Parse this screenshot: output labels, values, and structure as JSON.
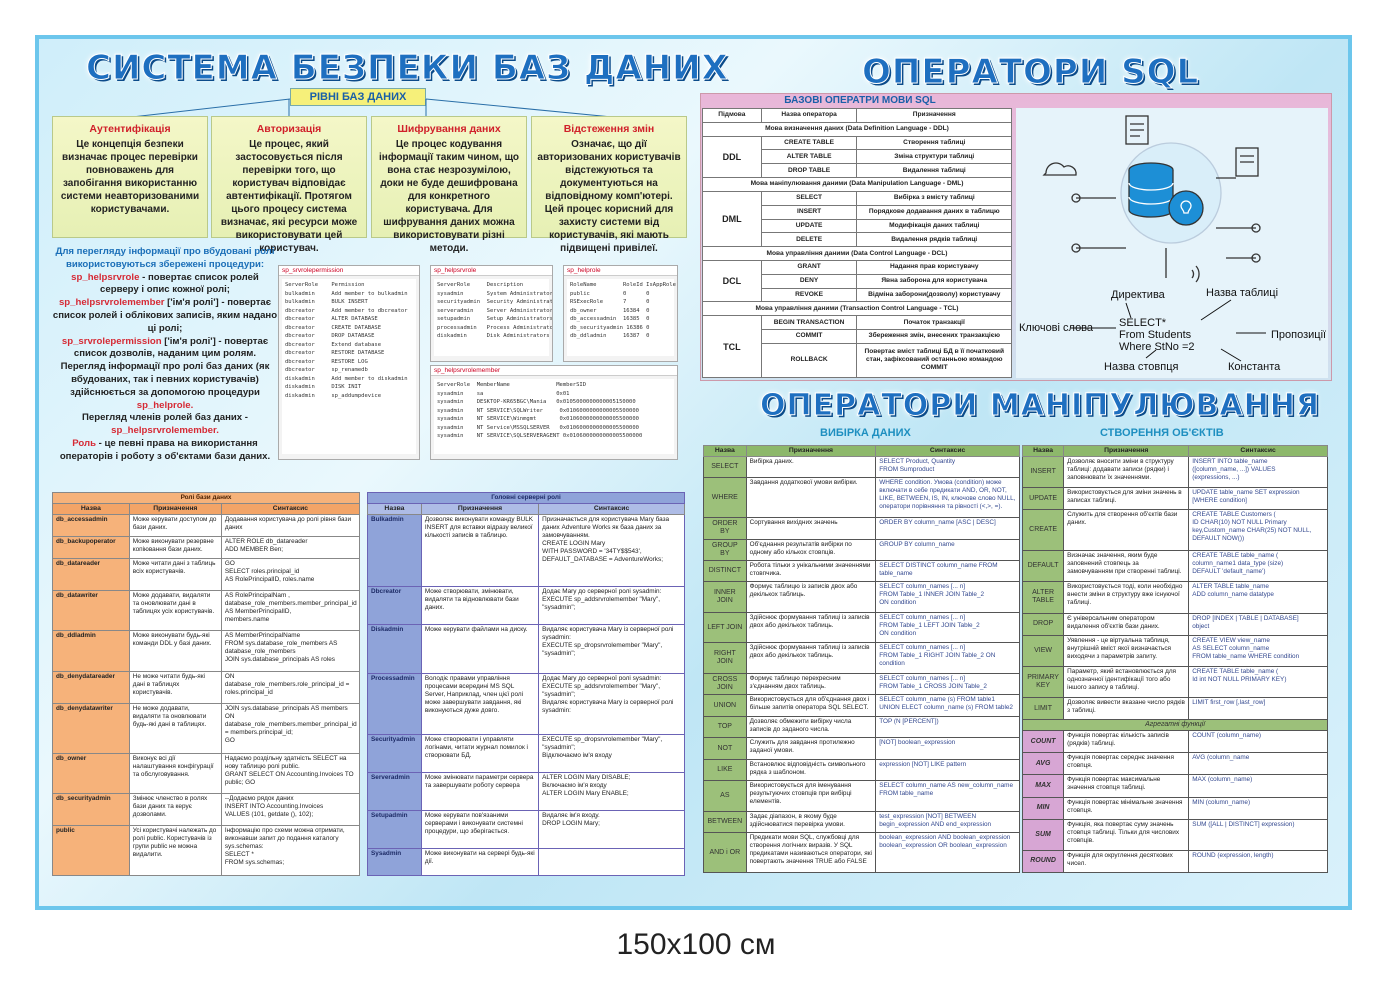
{
  "left": {
    "title": "СИСТЕМА БЕЗПЕКИ БАЗ ДАНИХ",
    "levels_label": "РІВНІ БАЗ ДАНИХ",
    "cards": [
      {
        "title": "Аутентифікація",
        "text": "Це концепція безпеки визначає процес перевірки повноважень для запобігання використанню системи неавторизованими користувачами."
      },
      {
        "title": "Авторизація",
        "text": "Це процес, який застосовується після перевірки того, що користувач відповідає автентифікації. Протягом цього процесу система визначає, які ресурси може використовувати цей користувач."
      },
      {
        "title": "Шифрування даних",
        "text": "Це процес кодування інформації таким чином, що вона стає незрозумілою, доки не буде дешифрована для конкретного користувача. Для шифрування даних можна використовувати різні методи."
      },
      {
        "title": "Відстеження змін",
        "text": "Означає, що дії авторизованих користувачів відстежуються та документуються на відповідному комп'ютері. Цей процес корисний для захисту системи від користувачів, які мають підвищені привілеї."
      }
    ],
    "info": {
      "intro": "Для перегляду інформації про вбудовані ролі використовуються збережені процедури:",
      "p1k": "sp_helpsrvrole",
      "p1": " - повертає список ролей серверу і опис кожної ролі;",
      "p2k": "sp_helpsrvrolemember",
      "p2": " ['ім'я ролі'] - повертає список ролей і облікових записів, яким надано ці ролі;",
      "p3k": "sp_srvrolepermission",
      "p3": " ['ім'я ролі'] - повертає список дозволів, наданим цим ролям.",
      "p4": "Перегляд інформації про ролі баз даних (як вбудованих, так і певних користувачів) здійснюється за допомогою процедури ",
      "p4k": "sp_helprole.",
      "p5": "Перегляд членів ролей баз даних - ",
      "p5k": "sp_helpsrvrolemember.",
      "p6k": "Роль",
      "p6": " - це певні права на використання операторів і роботу з об'єктами бази даних."
    },
    "screens": [
      {
        "title": "sp_srvrolepermission",
        "grid": "ServerRole    Permission\nbulkadmin     Add member to bulkadmin\nbulkadmin     BULK INSERT\ndbcreator     Add member to dbcreator\ndbcreator     ALTER DATABASE\ndbcreator     CREATE DATABASE\ndbcreator     DROP DATABASE\ndbcreator     Extend database\ndbcreator     RESTORE DATABASE\ndbcreator     RESTORE LOG\ndbcreator     sp_renamedb\ndiskadmin     Add member to diskadmin\ndiskadmin     DISK INIT\ndiskadmin     sp_addumpdevice"
      },
      {
        "title": "sp_helpsrvrole",
        "grid": "ServerRole     Description\nsysadmin       System Administrators\nsecurityadmin  Security Administrators\nserveradmin    Server Administrators\nsetupadmin     Setup Administrators\nprocessadmin   Process Administrators\ndiskadmin      Disk Administrators"
      },
      {
        "title": "sp_helprole",
        "grid": "RoleName        RoleId IsAppRole\npublic          0      0\nRSExecRole      7      0\ndb_owner        16384  0\ndb_accessadmin  16385  0\ndb_securityadmin 16386 0\ndb_ddladmin     16387  0"
      },
      {
        "title": "sp_helpsrvrolemember",
        "grid": "ServerRole  MemberName              MemberSID\nsysadmin    sa                      0x01\nsysadmin    DESKTOP-KR65BGC\\Mania   0x0105000000000005150000\nsysadmin    NT SERVICE\\SQLWriter     0x0106000000000005500000\nsysadmin    NT SERVICE\\Winmgmt       0x0106000000000005500000\nsysadmin    NT Service\\MSSQLSERVER   0x0106000000000005500000\nsysadmin    NT SERVICE\\SQLSERVERAGENT 0x0106000000000005500000"
      }
    ],
    "db_roles": {
      "caption": "Ролі бази даних",
      "headers": [
        "Назва",
        "Призначення",
        "Синтаксис"
      ],
      "rows": [
        [
          "db_accessadmin",
          "Може керувати доступом до бази даних.",
          "Додавання користувача до ролі рівня бази даних"
        ],
        [
          "db_backupoperator",
          "Може виконувати резервне копіювання бази даних.",
          "ALTER ROLE db_datareader\nADD MEMBER Ben;"
        ],
        [
          "db_datareader",
          "Може читати дані з таблиць всіх користувачів.",
          "GO\nSELECT roles.principal_id\nAS RolePrincipalID, roles.name"
        ],
        [
          "db_datawriter",
          "Може додавати, видаляти та оновлювати дані в таблицях усіх користувачів.",
          "AS RolePrincipalNam ,\ndatabase_role_members.member_principal_id AS MemberPrincipalID,\nmembers.name"
        ],
        [
          "db_ddladmin",
          "Може виконувати будь-які команди DDL у базі даних.",
          "AS MemberPrincipalName\nFROM sys.database_role_members AS database_role_members\nJOIN sys.database_principals AS roles"
        ],
        [
          "db_denydatareader",
          "Не може читати будь-які дані в таблицях користувачів.",
          "ON\ndatabase_role_members.role_principal_id = roles.principal_id"
        ],
        [
          "db_denydatawriter",
          "Не може додавати, видаляти та оновлювати будь-які дані в таблицях.",
          "JOIN sys.database_principals AS members ON\ndatabase_role_members.member_principal_id = members.principal_id;\nGO"
        ],
        [
          "db_owner",
          "Виконує всі дії налаштування конфігурації та обслуговування.",
          "Надаємо роздільну здатність SELECT на нову таблицю ролі public.\nGRANT SELECT ON Accounting.Invoices TO public; GO"
        ],
        [
          "db_securityadmin",
          "Змінює членство в ролях бази даних та керує дозволами.",
          "--Додаємо рядок даних\nINSERT INTO Accounting.Invoices\nVALUES (101, getdate (), 102);"
        ],
        [
          "public",
          "Усі користувачі належать до ролі public. Користувачів із групи public не можна видалити.",
          "Інформацію про схеми можна отримати, виконавши запит до подання каталогу sys.schemas:\nSELECT *\nFROM sys.schemas;"
        ]
      ]
    },
    "server_roles": {
      "caption": "Головні серверні ролі",
      "headers": [
        "Назва",
        "Призначення",
        "Синтаксис"
      ],
      "rows": [
        [
          "Bulkadmin",
          "Дозволяє виконувати команду BULK INSERT для вставки відразу великої кількості записів в таблицю.",
          "Призначається для користувача Mary база даних Adventure Works як база даних за замовчуванням.\nCREATE LOGIN Mary\nWITH PASSWORD = '34TY$$543',\nDEFAULT_DATABASE = AdventureWorks;"
        ],
        [
          "Dbcreator",
          "Може створювати, змінювати, видаляти та відновлювати бази даних.",
          "Додає Mary до серверної ролі sysadmin:\nEXECUTE sp_addsrvrolemember \"Mary\", \"sysadmin\";"
        ],
        [
          "Diskadmin",
          "Може керувати файлами на диску.",
          "Видаляє користувача Mary із серверної ролі sysadmin:\nEXECUTE sp_dropsrvrolemember \"Mary\", \"sysadmin\";"
        ],
        [
          "Processadmin",
          "Володіє правами управління процесами всередині MS SQL Server, Наприклад, член цієї ролі може завершувати завдання, які виконуються дуже довго.",
          "Додає Mary до серверної ролі sysadmin:\nEXECUTE sp_addsrvrolemember \"Mary\", \"sysadmin\";\nВидаляє користувача Mary із серверної ролі sysadmin:"
        ],
        [
          "Securityadmin",
          "Може створювати і управляти логінами, читати журнал помилок і створювати БД.",
          "EXECUTE sp_dropsrvrolemember \"Mary\", \"sysadmin\";\nВідключаємо ім'я входу"
        ],
        [
          "Serveradmin",
          "Може змінювати параметри сервера та завершувати роботу сервера",
          "ALTER LOGIN Mary DISABLE;\nВключаємо ім'я входу\nALTER LOGIN Mary ENABLE;"
        ],
        [
          "Setupadmin",
          "Може керувати пов'язаними серверами і виконувати системні процедури, що зберігається.",
          "Видаляє ім'я входу.\nDROP LOGIN Mary;"
        ],
        [
          "Sysadmin",
          "Може виконувати на сервері будь-які дії.",
          ""
        ]
      ]
    }
  },
  "right": {
    "title": "ОПЕРАТОРИ SQL",
    "basic_title": "БАЗОВІ ОПЕРАТРИ МОВИ SQL",
    "basic_headers": [
      "Підмова",
      "Назва оператора",
      "Призначення"
    ],
    "groups": [
      {
        "caption": "Мова визначення даних (Data Definition Language - DDL)",
        "code": "DDL",
        "rows": [
          [
            "CREATE TABLE",
            "Створення таблиці"
          ],
          [
            "ALTER TABLE",
            "Зміна структури таблиці"
          ],
          [
            "DROP TABLE",
            "Видалення таблиці"
          ]
        ]
      },
      {
        "caption": "Мова маніпулювання даними (Data Manipulation Language - DML)",
        "code": "DML",
        "rows": [
          [
            "SELECT",
            "Вибірка з вмісту таблиці"
          ],
          [
            "INSERT",
            "Порядкове додавання даних в таблицю"
          ],
          [
            "UPDATE",
            "Модифікація даних таблиці"
          ],
          [
            "DELETE",
            "Видалення рядків таблиці"
          ]
        ]
      },
      {
        "caption": "Мова управління даними (Data Control Language - DCL)",
        "code": "DCL",
        "rows": [
          [
            "GRANT",
            "Надання прав користувачу"
          ],
          [
            "DENY",
            "Явна заборона для користувача"
          ],
          [
            "REVOKE",
            "Відміна заборони(дозволу) користувачу"
          ]
        ]
      },
      {
        "caption": "Мова управління даними (Transaction Control Language - TCL)",
        "code": "TCL",
        "rows": [
          [
            "BEGIN TRANSACTION",
            "Початок транзакції"
          ],
          [
            "COMMIT",
            "Збереження змін, внесених транзакцією"
          ],
          [
            "ROLLBACK",
            "Повертає вміст таблиці БД в її початковий стан, зафіксований останньою командою COMMIT"
          ]
        ]
      }
    ],
    "diagram": {
      "directive": "Директива",
      "table_name": "Назва таблиці",
      "keywords": "Ключові слова",
      "line1": "SELECT*",
      "line2": "From Students",
      "line3": "Where StNo =2",
      "clauses": "Пропозиції",
      "column_name": "Назва стовпця",
      "constant": "Константа"
    },
    "manip_title": "ОПЕРАТОРИ МАНІПУЛЮВАННЯ",
    "select_sub": "ВИБІРКА ДАНИХ",
    "create_sub": "СТВОРЕННЯ ОБ'ЄКТІВ",
    "select_table": {
      "headers": [
        "Назва",
        "Призначення",
        "Синтаксис"
      ],
      "rows": [
        [
          "SELECT",
          "Вибірка даних.",
          "SELECT Product, Quantity\nFROM Sumproduct"
        ],
        [
          "WHERE",
          "Завдання додаткової умови вибірки.",
          "WHERE condition. Умова (condition) може включати в себе предикати AND, OR, NOT, LIKE, BETWEEN, IS, IN, ключове слово NULL, оператори порівняння та рівності (<,>, =)."
        ],
        [
          "ORDER BY",
          "Сортування вихідних значень",
          "ORDER BY column_name [ASC | DESC]"
        ],
        [
          "GROUP BY",
          "Об'єднання результатів вибірки по одному або кількох стовпців.",
          "GROUP BY column_name"
        ],
        [
          "DISTINCT",
          "Робота тільки з унікальними значеннями стовпчика.",
          "SELECT DISTINCT column_name FROM table_name"
        ],
        [
          "INNER JOIN",
          "Формує таблицю із записів двох або декількох таблиць.",
          "SELECT column_names [... n]\nFROM Table_1 INNER JOIN Table_2\nON condition"
        ],
        [
          "LEFT JOIN",
          "Здійснює формування таблиці із записів двох або декількох таблиць.",
          "SELECT column_names [... n]\nFROM Table_1 LEFT JOIN Table_2\nON condition"
        ],
        [
          "RIGHT JOIN",
          "Здійснює формування таблиці із записів двох або декількох таблиць.",
          "SELECT column_names [... n]\nFROM Table_1 RIGHT JOIN Table_2 ON condition"
        ],
        [
          "CROSS JOIN",
          "Формує таблицю перехресним з'єднанням двох таблиць.",
          "SELECT column_names [... n]\nFROM Table_1 CROSS JOIN Table_2"
        ],
        [
          "UNION",
          "Використовується для об'єднання двох і більше запитів оператора SQL SELECT.",
          "SELECT column_name (s) FROM table1\nUNION ELECT column_name (s) FROM table2"
        ],
        [
          "TOP",
          "Дозволяє обмежити вибірку числа записів до заданого числа.",
          "TOP (N [PERCENT])"
        ],
        [
          "NOT",
          "Служить для завдання протилежно заданої умови.",
          "[NOT] boolean_expression"
        ],
        [
          "LIKE",
          "Встановлює відповідність символьного рядка з шаблоном.",
          "expression [NOT] LIKE pattern"
        ],
        [
          "AS",
          "Використовується для іменування результуючих стовпців при вибірці елементів.",
          "SELECT column_name AS new_column_name\nFROM table_name"
        ],
        [
          "BETWEEN",
          "Задає діапазон, в якому буде здійснюватися перевірка умови.",
          "test_expression [NOT] BETWEEN\nbegin_expression AND end_expression"
        ],
        [
          "AND і OR",
          "Предикати мови SQL, службовці для створення логічних виразів. У SQL предикатами називаються оператори, які повертають значення TRUE або FALSE",
          "boolean_expression AND boolean_expression\nboolean_expression OR boolean_expression"
        ]
      ]
    },
    "create_table": {
      "headers": [
        "Назва",
        "Призначення",
        "Синтаксис"
      ],
      "rows": [
        [
          "INSERT",
          "Дозволяє вносити зміни в структуру таблиці: додавати записи (рядки) і заповнювати їх значеннями.",
          "INSERT INTO table_name\n([column_name, ...]) VALUES\n(expressions, ...)"
        ],
        [
          "UPDATE",
          "Використовується для зміни значень в записах таблиці.",
          "UPDATE table_name SET expression\n[WHERE condition]"
        ],
        [
          "CREATE",
          "Служить для створення об'єктів бази даних.",
          "CREATE TABLE Customers (\nID CHAR(10) NOT NULL Primary key,Custom_name CHAR(25) NOT NULL,\nDEFAULT NOW())"
        ],
        [
          "DEFAULT",
          "Визначає значення, яким буде заповнений стовпець за замовчуванням при створенні таблиці.",
          "CREATE TABLE table_name (\ncolumn_name1 data_type (size)\nDEFAULT 'default_name')"
        ],
        [
          "ALTER TABLE",
          "Використовується тоді, коли необхідно внести зміни в структуру вже існуючої таблиці.",
          "ALTER TABLE table_name\nADD column_name datatype"
        ],
        [
          "DROP",
          "Є універсальним оператором видалення об'єктів бази даних.",
          "DROP [INDEX | TABLE | DATABASE]\nobject"
        ],
        [
          "VIEW",
          "Уявлення - це віртуальна таблиця, внутрішній вміст якої визначається виходячи з параметрів запиту.",
          "CREATE VIEW view_name\nAS SELECT column_name\nFROM table_name WHERE condition"
        ],
        [
          "PRIMARY KEY",
          "Параметр, який встановлюється для однозначної ідентифікації того або іншого запису в таблиці.",
          "CREATE TABLE table_name (\nId int NOT NULL PRIMARY KEY)"
        ],
        [
          "LIMIT",
          "Дозволяє вивести вказане число рядків з таблиці.",
          "LIMIT first_row [,last_row]"
        ]
      ],
      "agg_caption": "Агрегатні функції",
      "agg_rows": [
        [
          "COUNT",
          "Функція повертає кількість записів (рядків) таблиці.",
          "COUNT (column_name)"
        ],
        [
          "AVG",
          "Функція повертає середнє значення стовпця.",
          "AVG (column_name"
        ],
        [
          "MAX",
          "Функція повертає максимальне значення стовпця таблиці.",
          "MAX (column_name)"
        ],
        [
          "MIN",
          "Функція повертає мінімальне значення стовпця.",
          "MIN (column_name)"
        ],
        [
          "SUM",
          "Функція, яка повертає суму значень стовпця таблиці. Тільки для числових стовпців.",
          "SUM ([ALL | DISTINCT] expression)"
        ],
        [
          "ROUND",
          "Функція для округлення десяткових чисел.",
          "ROUND (expression, length)"
        ]
      ]
    }
  },
  "size_caption": "150x100 см"
}
